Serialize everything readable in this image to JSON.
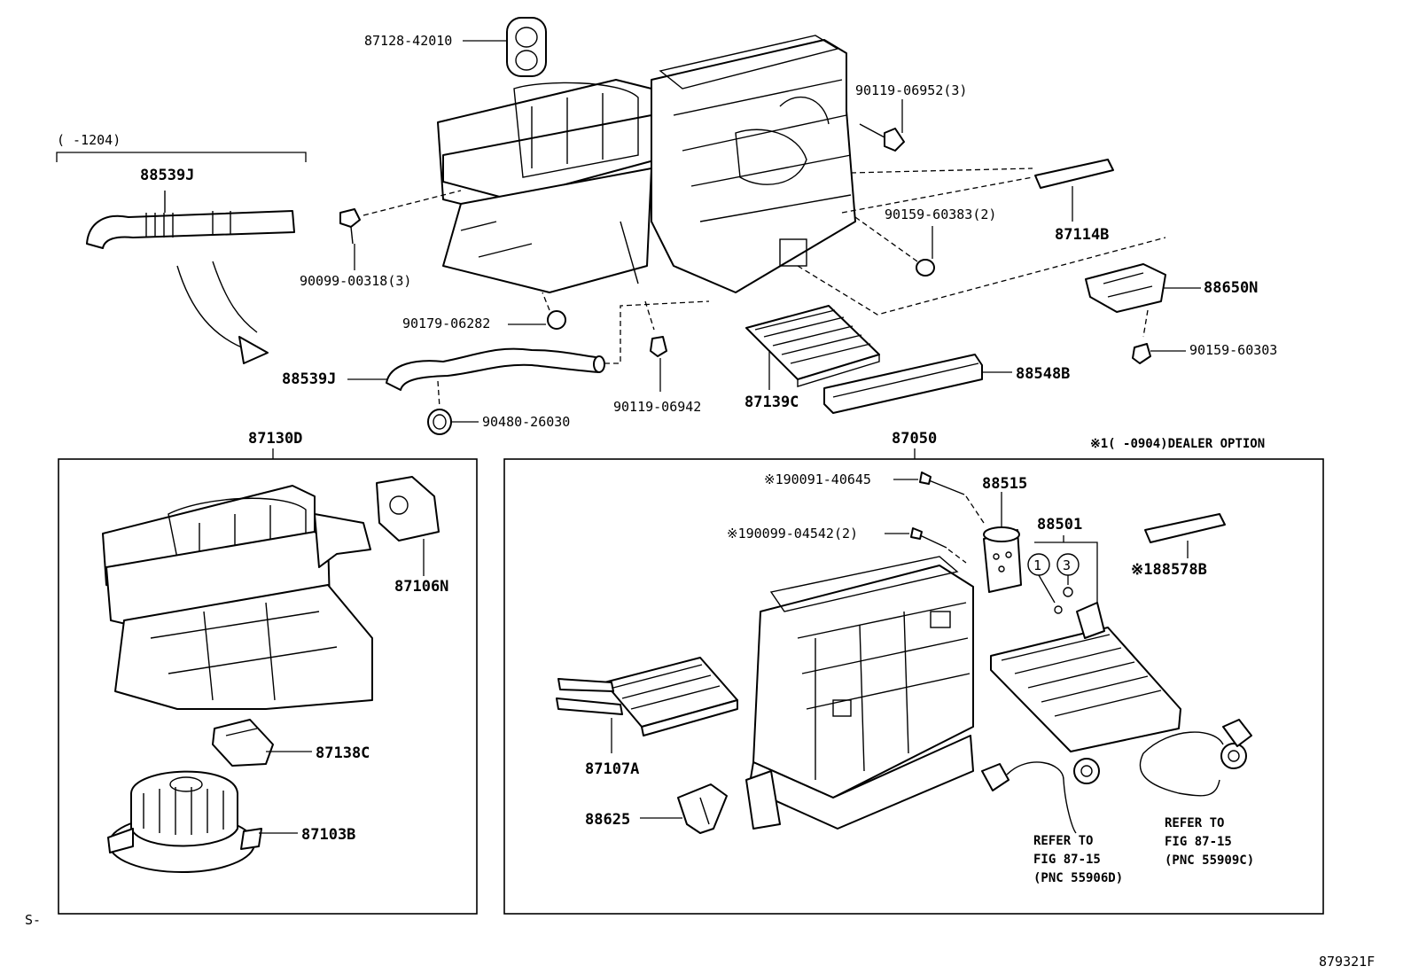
{
  "diagram": {
    "top_parts": {
      "grommet": "87128-42010",
      "screw_top_right": "90119-06952(3)",
      "date_range_hose": "(     -1204)",
      "hose_upper": "88539J",
      "hose_lower": "88539J",
      "screw_left": "90099-00318(3)",
      "clip_right": "90159-60383(2)",
      "seal_right": "87114B",
      "amplifier": "88650N",
      "screw_amplifier": "90159-60303",
      "nut_lower": "90179-06282",
      "screw_lower": "90119-06942",
      "filter": "87139C",
      "filter_cover": "88548B",
      "grommet_lower": "90480-26030"
    },
    "blower_group": {
      "title": "87130D",
      "servo": "87106N",
      "resistor": "87138C",
      "motor": "87103B"
    },
    "unit_group": {
      "title": "87050",
      "dealer_note": "※1(     -0904)DEALER OPTION",
      "bolt_1": "※190091-40645",
      "bolt_2": "※190099-04542(2)",
      "expansion_valve": "88515",
      "evaporator": "88501",
      "circle_1": "1",
      "circle_3": "3",
      "seal_option": "※188578B",
      "heater_core": "87107A",
      "bracket": "88625",
      "refer_left_1": "REFER TO",
      "refer_left_2": "FIG 87-15",
      "refer_left_3": "(PNC 55906D)",
      "refer_right_1": "REFER TO",
      "refer_right_2": "FIG 87-15",
      "refer_right_3": "(PNC 55909C)"
    },
    "corner_left": "S-",
    "illustration_number": "879321F"
  }
}
